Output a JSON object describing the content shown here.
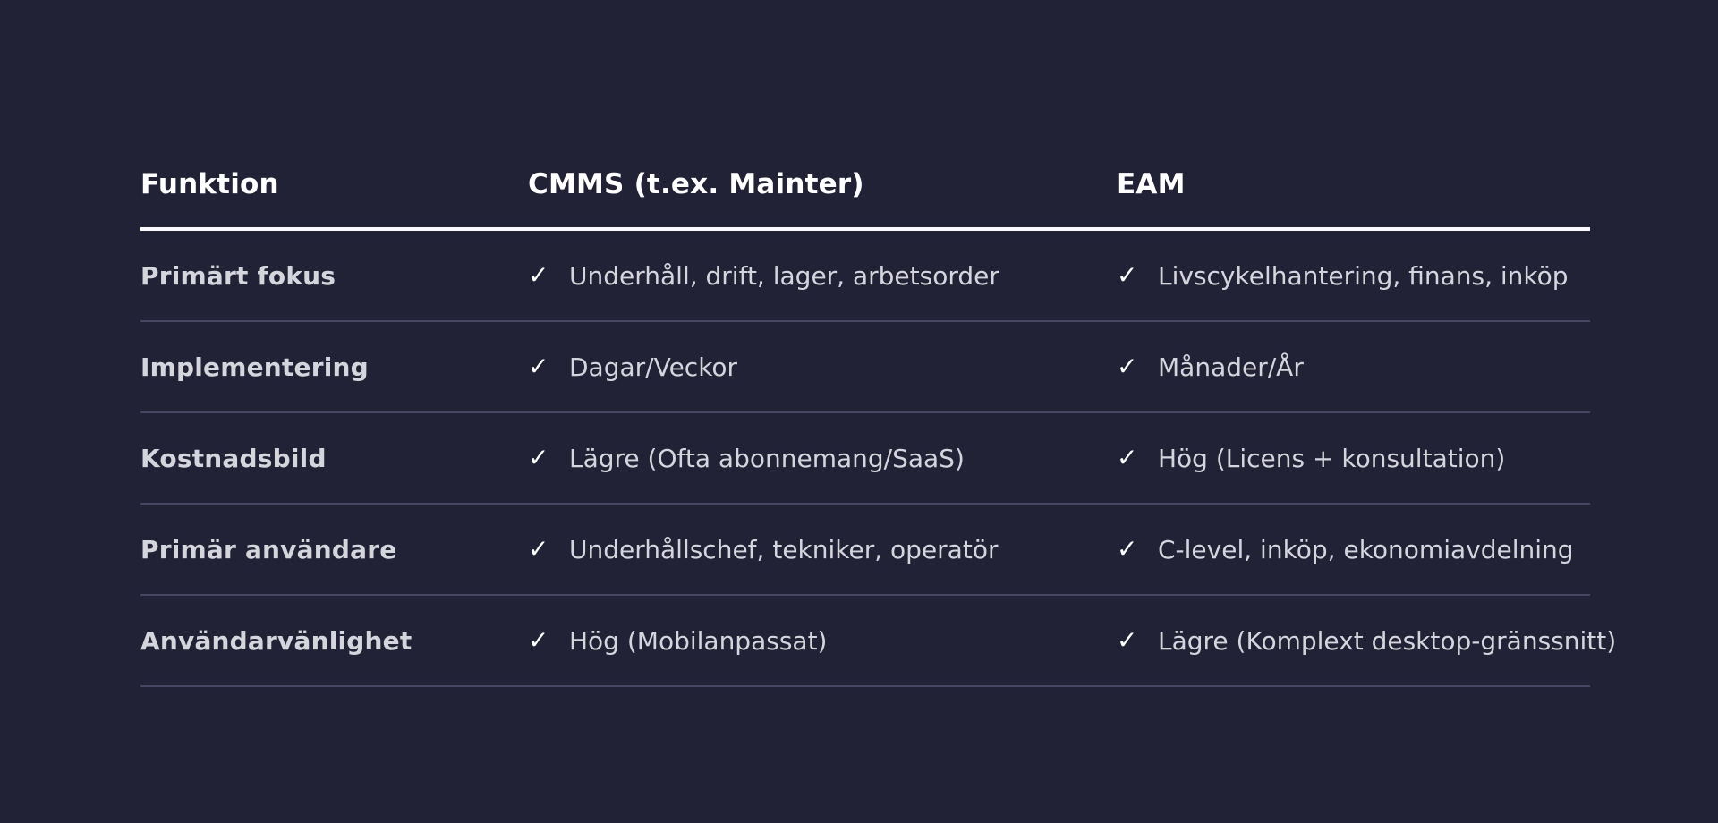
{
  "colors": {
    "background": "#222237",
    "header_text": "#ffffff",
    "header_rule": "#fafafa",
    "body_text": "#d5d5dc",
    "divider": "#474765",
    "check": "#ffffff"
  },
  "icons": {
    "check": "✓"
  },
  "table": {
    "columns": [
      "Funktion",
      "CMMS (t.ex. Mainter)",
      "EAM"
    ],
    "rows": [
      {
        "label": "Primärt fokus",
        "cmms": "Underhåll, drift, lager, arbetsorder",
        "eam": "Livscykelhantering, finans, inköp"
      },
      {
        "label": "Implementering",
        "cmms": "Dagar/Veckor",
        "eam": "Månader/År"
      },
      {
        "label": "Kostnadsbild",
        "cmms": "Lägre (Ofta abonnemang/SaaS)",
        "eam": "Hög (Licens + konsultation)"
      },
      {
        "label": "Primär användare",
        "cmms": "Underhållschef, tekniker, operatör",
        "eam": "C-level, inköp, ekonomiavdelning"
      },
      {
        "label": "Användarvänlighet",
        "cmms": "Hög (Mobilanpassat)",
        "eam": "Lägre (Komplext desktop-gränssnitt)"
      }
    ]
  },
  "chart_data": {
    "type": "table",
    "title": "",
    "columns": [
      "Funktion",
      "CMMS (t.ex. Mainter)",
      "EAM"
    ],
    "rows": [
      [
        "Primärt fokus",
        "Underhåll, drift, lager, arbetsorder",
        "Livscykelhantering, finans, inköp"
      ],
      [
        "Implementering",
        "Dagar/Veckor",
        "Månader/År"
      ],
      [
        "Kostnadsbild",
        "Lägre (Ofta abonnemang/SaaS)",
        "Hög (Licens + konsultation)"
      ],
      [
        "Primär användare",
        "Underhållschef, tekniker, operatör",
        "C-level, inköp, ekonomiavdelning"
      ],
      [
        "Användarvänlighet",
        "Hög (Mobilanpassat)",
        "Lägre (Komplext desktop-gränssnitt)"
      ]
    ],
    "notes": "Each value cell in columns 2 and 3 is prefixed with a white check mark icon"
  }
}
